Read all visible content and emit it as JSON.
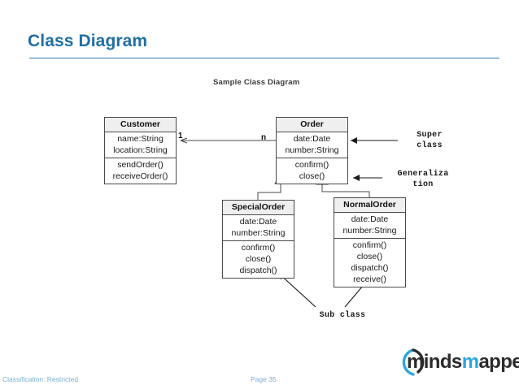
{
  "slide": {
    "title": "Class Diagram",
    "caption": "Sample Class Diagram"
  },
  "diagram": {
    "classes": [
      {
        "id": "customer",
        "name": "Customer",
        "attributes": [
          "name:String",
          "location:String"
        ],
        "methods": [
          "sendOrder()",
          "receiveOrder()"
        ]
      },
      {
        "id": "order",
        "name": "Order",
        "attributes": [
          "date:Date",
          "number:String"
        ],
        "methods": [
          "confirm()",
          "close()"
        ]
      },
      {
        "id": "specialorder",
        "name": "SpecialOrder",
        "attributes": [
          "date:Date",
          "number:String"
        ],
        "methods": [
          "confirm()",
          "close()",
          "dispatch()"
        ]
      },
      {
        "id": "normalorder",
        "name": "NormalOrder",
        "attributes": [
          "date:Date",
          "number:String"
        ],
        "methods": [
          "confirm()",
          "close()",
          "dispatch()",
          "receive()"
        ]
      }
    ],
    "multiplicity": {
      "customer_end": "1",
      "order_end": "n"
    },
    "annotations": {
      "super_class": "Super\nclass",
      "generalization": "Generaliza\ntion",
      "sub_class": "Sub class"
    }
  },
  "footer": {
    "classification": "Classification: Restricted",
    "page": "Page 35"
  },
  "logo": {
    "text_part1": "minds",
    "text_part2": "m",
    "text_part3": "apped",
    "accent_color": "#2ba6de"
  }
}
